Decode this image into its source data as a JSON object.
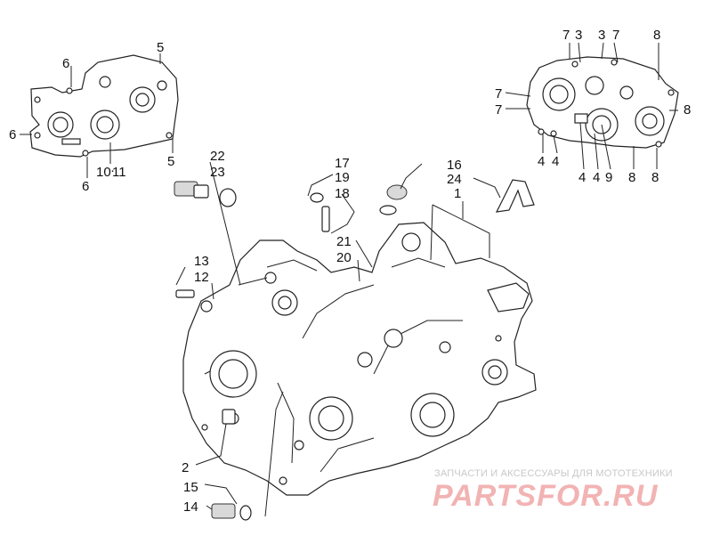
{
  "callouts": [
    "1",
    "2",
    "3",
    "4",
    "5",
    "6",
    "7",
    "8",
    "9",
    "10",
    "11",
    "12",
    "13",
    "14",
    "15",
    "16",
    "17",
    "18",
    "19",
    "20",
    "21",
    "22",
    "23",
    "24"
  ],
  "watermark": {
    "caption": "ЗАПЧАСТИ И АКСЕССУАРЫ ДЛЯ МОТОТЕХНИКИ",
    "brand": "PARTSFOR.RU",
    "colors": {
      "caption": "#c8c8c8",
      "brand": "#f2b3b3"
    }
  },
  "colors": {
    "line": "#222222",
    "background": "#ffffff"
  }
}
